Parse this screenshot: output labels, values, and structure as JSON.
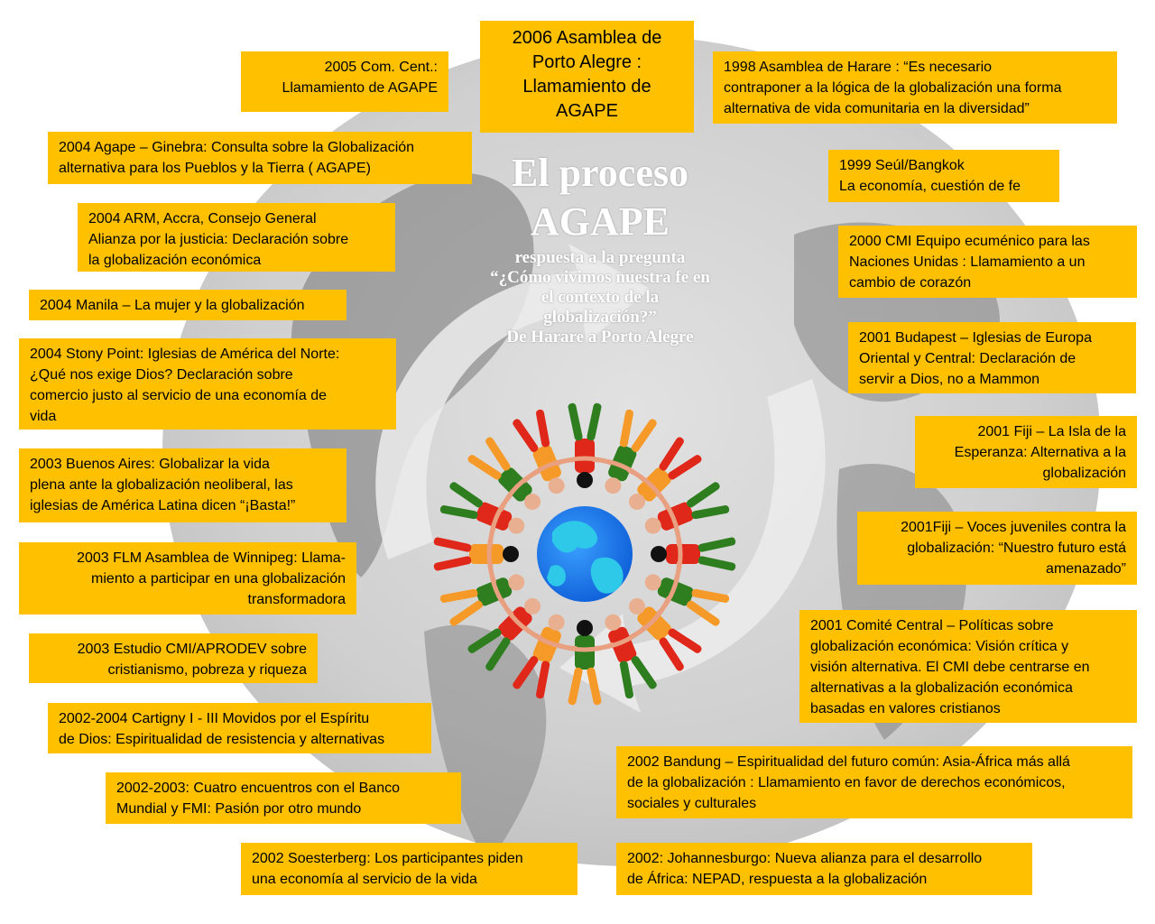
{
  "title": {
    "main": "El proceso\nAGAPE",
    "sub": "respuesta a la pregunta\n“¿Cómo vivimos nuestra fe en\nel contexto de la\nglobalización?”\nDe Harare a Porto Alegre"
  },
  "colors": {
    "box_fill": "#ffc000",
    "globe_ocean": "#1e7cf0",
    "globe_land": "#2ec8e8",
    "figure_red": "#e0281a",
    "figure_green": "#2e7d1e",
    "figure_orange": "#f59a28"
  },
  "events": {
    "e2006": "2006 Asamblea de\nPorto Alegre :\nLlamamiento de\nAGAPE",
    "e2005": "2005 Com. Cent.:\nLlamamiento de AGAPE",
    "e1998": "1998 Asamblea de Harare : “Es necesario\ncontraponer a la lógica de la globalización una forma\nalternativa de vida comunitaria en la diversidad”",
    "e2004_agape": "2004 Agape –  Ginebra: Consulta sobre la Globalización\nalternativa para los Pueblos y la Tierra ( AGAPE)",
    "e1999": "1999 Seúl/Bangkok\nLa economía, cuestión de fe",
    "e2004_arm": "2004 ARM, Accra, Consejo General\nAlianza por la justicia: Declaración sobre\nla globalización económica",
    "e2000": "2000 CMI Equipo ecuménico para las\nNaciones Unidas : Llamamiento a un\ncambio de corazón",
    "e2004_manila": "2004 Manila – La mujer y la globalización",
    "e2001_budapest": "2001 Budapest – Iglesias de Europa\nOriental y Central: Declaración de\nservir a Dios, no a Mammon",
    "e2004_stony": "2004 Stony Point: Iglesias de América del Norte:\n¿Qué nos exige Dios? Declaración sobre\ncomercio justo al servicio de una economía de\nvida",
    "e2001_fiji1": "2001 Fiji – La Isla de la\nEsperanza: Alternativa a la\nglobalización",
    "e2003_ba": "2003 Buenos Aires: Globalizar la vida\nplena ante la globalización neoliberal, las\niglesias de América Latina dicen “¡Basta!”",
    "e2001_fiji2": "2001Fiji – Voces juveniles contra la\nglobalización: “Nuestro futuro está\namenazado”",
    "e2003_flm": "2003 FLM Asamblea de Winnipeg: Llama-\nmiento a participar en una globalización\ntransformadora",
    "e2001_cc": "2001 Comité Central – Políticas sobre\nglobalización económica: Visión crítica y\nvisión alternativa. El CMI debe centrarse en\nalternativas a la globalización económica\nbasadas en valores cristianos",
    "e2003_aprodev": "2003 Estudio CMI/APRODEV sobre\ncristianismo, pobreza y riqueza",
    "e2002_cartigny": "2002-2004 Cartigny I -  III Movidos por el Espíritu\nde Dios: Espiritualidad de resistencia y alternativas",
    "e2002_bandung": "2002 Bandung – Espiritualidad del futuro común: Asia-África más allá\nde la globalización : Llamamiento en favor de derechos económicos,\nsociales y culturales",
    "e2002_banco": "2002-2003: Cuatro encuentros con el Banco\nMundial y FMI: Pasión por otro mundo",
    "e2002_soest": "2002 Soesterberg: Los participantes piden\nuna economía al servicio de la vida",
    "e2002_joh": "2002: Johannesburgo: Nueva alianza para el desarrollo\nde África: NEPAD, respuesta a la globalización"
  }
}
